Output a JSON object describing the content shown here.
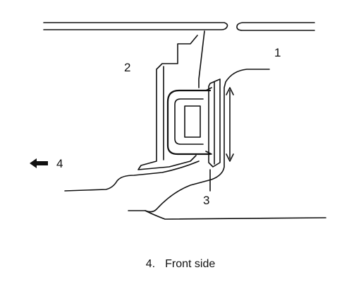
{
  "callouts": {
    "part_1": "1",
    "part_2": "2",
    "part_3": "3",
    "part_4": "4"
  },
  "caption": {
    "number": "4.",
    "text": "Front side"
  },
  "icons": {
    "direction_arrow": "left-arrow-icon",
    "movement_arrow": "double-headed-arrow-icon"
  },
  "colors": {
    "line": "#111111",
    "background": "#ffffff"
  }
}
